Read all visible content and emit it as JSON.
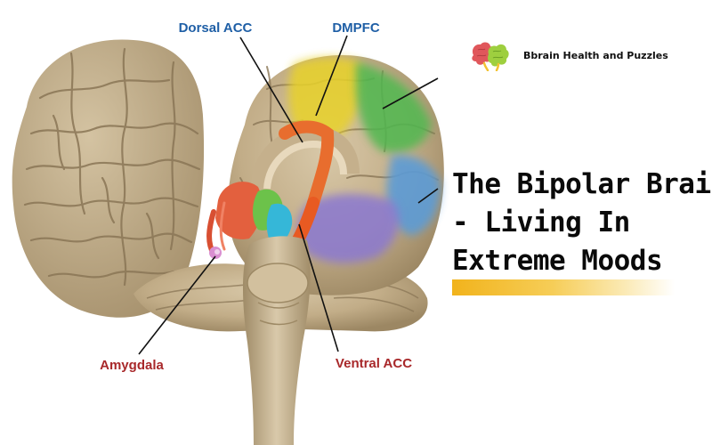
{
  "brand": {
    "name": "Bbrain Health and Puzzles",
    "logo_icon": "two-colored-brains-logo-icon",
    "logo_colors": [
      "#e0575b",
      "#9ecf3f",
      "#f2c232"
    ]
  },
  "headline": {
    "lines": [
      "The Bipolar Brain",
      "- Living In",
      "Extreme Moods"
    ]
  },
  "accent_color": "#f1b31c",
  "illustration": {
    "labels": {
      "dorsal_acc": "Dorsal ACC",
      "dmpfc": "DMPFC",
      "amygdala": "Amygdala",
      "ventral_acc": "Ventral ACC"
    },
    "region_colors": {
      "dmpfc": "#e8d22a",
      "frontal_green": "#4fb84f",
      "frontal_blue": "#5b9bd6",
      "orbitofrontal_purple": "#8a78d1",
      "dorsal_acc": "#e86d2e",
      "ventral_acc": "#e85a22",
      "hippocampus": "#e3603e",
      "thalamus_green": "#6cc24a",
      "amygdala": "#d98fd1",
      "cyan_region": "#35b7d8"
    }
  }
}
